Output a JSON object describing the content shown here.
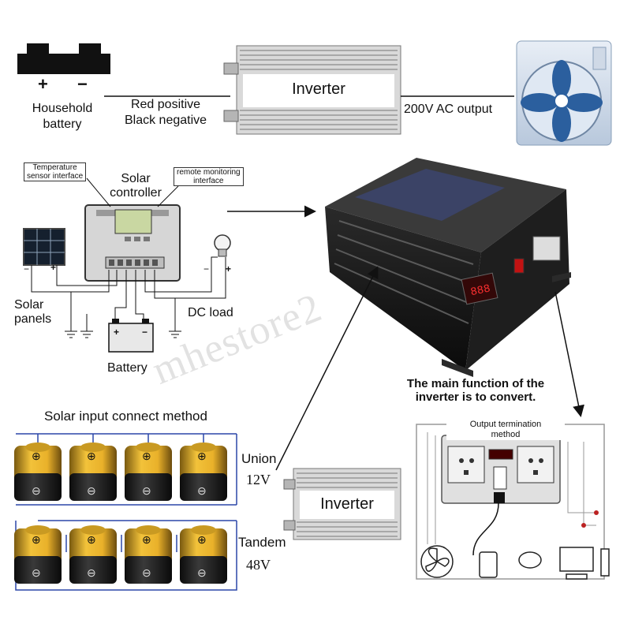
{
  "top": {
    "battery_plus": "+",
    "battery_minus": "−",
    "battery_label": "Household battery",
    "wire_label_line1": "Red positive",
    "wire_label_line2": "Black negative",
    "inverter_label": "Inverter",
    "output_label": "200V AC output"
  },
  "solar": {
    "temp_sensor_line1": "Temperature",
    "temp_sensor_line2": "sensor interface",
    "controller_line1": "Solar",
    "controller_line2": "controller",
    "remote_line1": "remote monitoring",
    "remote_line2": "interface",
    "panels_line1": "Solar",
    "panels_line2": "panels",
    "dc_load": "DC load",
    "battery": "Battery",
    "minus": "−",
    "plus": "+"
  },
  "main_function": {
    "line1": "The main function of the",
    "line2": "inverter is to convert."
  },
  "output_block": {
    "line1": "Output termination",
    "line2": "method"
  },
  "solar_input": {
    "title": "Solar input connect method",
    "union": "Union",
    "union_voltage": "12V",
    "tandem": "Tandem",
    "tandem_voltage": "48V",
    "cell_plus": "⊕",
    "cell_minus": "⊖",
    "inverter_label": "Inverter"
  },
  "watermark": "mhestore2"
}
